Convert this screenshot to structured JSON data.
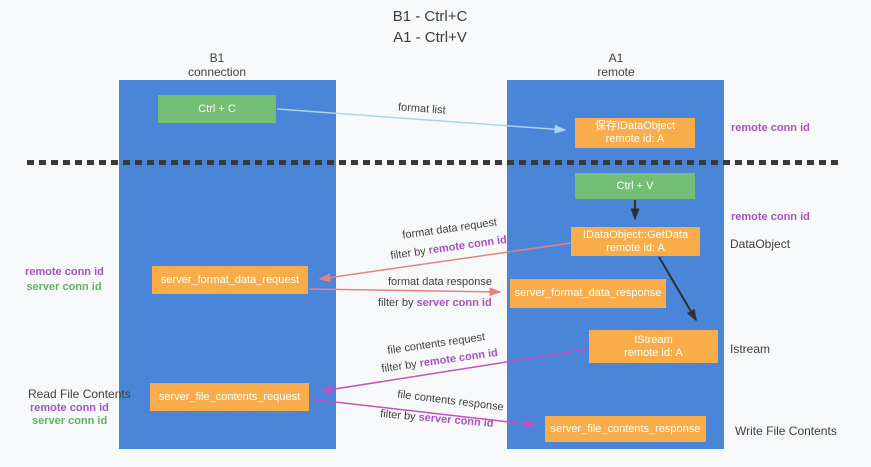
{
  "title": {
    "line1": "B1 - Ctrl+C",
    "line2": "A1 - Ctrl+V"
  },
  "lanes": {
    "left": {
      "name": "B1",
      "role": "connection"
    },
    "right": {
      "name": "A1",
      "role": "remote"
    }
  },
  "boxes": {
    "ctrl_c": {
      "label": "Ctrl + C"
    },
    "ctrl_v": {
      "label": "Ctrl + V"
    },
    "save_idataobject": {
      "line1": "保存IDataObject",
      "line2": "remote id: A"
    },
    "getdata": {
      "line1": "IDataObject::GetData",
      "line2": "remote id: A"
    },
    "istream": {
      "line1": "IStream",
      "line2": "remote id: A"
    },
    "server_format_data_request": {
      "label": "server_format_data_request"
    },
    "server_format_data_response": {
      "label": "server_format_data_response"
    },
    "server_file_contents_request": {
      "label": "server_file_contents_request"
    },
    "server_file_contents_response": {
      "label": "server_file_contents_response"
    }
  },
  "flows": {
    "format_list": {
      "label": "format list"
    },
    "format_data_request": {
      "label": "format data request",
      "filter_prefix": "filter by",
      "filter_key": "remote conn id"
    },
    "format_data_response": {
      "label": "format data response",
      "filter_prefix": "filter by",
      "filter_key": "server conn id"
    },
    "file_contents_request": {
      "label": "file contents request",
      "filter_prefix": "filter by",
      "filter_key": "remote conn id"
    },
    "file_contents_response": {
      "label": "file contents response",
      "filter_prefix": "filter by",
      "filter_key": "server conn id"
    }
  },
  "side_labels": {
    "right_top_remote_conn_id": "remote conn id",
    "right_mid_remote_conn_id": "remote conn id",
    "dataobject": "DataObject",
    "istream": "Istream",
    "write_file_contents": "Write File Contents",
    "left_remote_conn_id": "remote conn id",
    "left_server_conn_id": "server conn id",
    "read_file_contents": "Read File Contents",
    "left_bottom_remote_conn_id": "remote conn id",
    "left_bottom_server_conn_id": "server conn id"
  },
  "colors": {
    "background": "#f7f8f9",
    "lane_blue": "#4a85d8",
    "box_green": "#74bf74",
    "box_orange": "#f9ad4a",
    "arrow_lightblue": "#a8d3f2",
    "arrow_red": "#e5827e",
    "arrow_magenta": "#c74ec4",
    "arrow_black": "#2f2f2f",
    "label_purple": "#a653c0",
    "label_green": "#5fb45f",
    "text_dark": "#3f3f3f"
  }
}
